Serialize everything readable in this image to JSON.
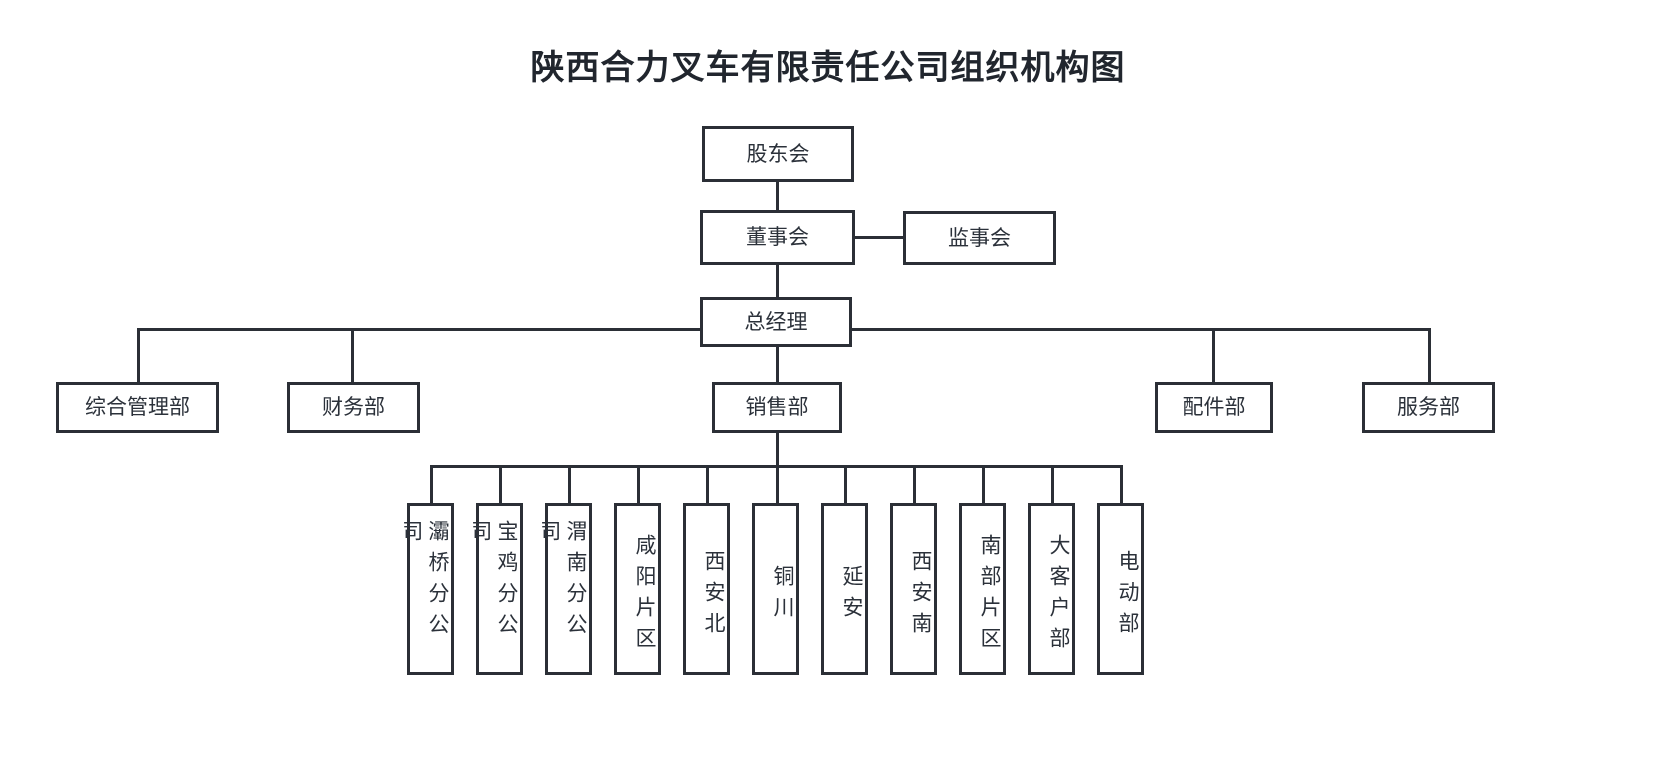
{
  "title": "陕西合力叉车有限责任公司组织机构图",
  "colors": {
    "stroke": "#2b2f36",
    "text": "#2b313a",
    "title": "#21262e",
    "background": "#ffffff"
  },
  "nodes": {
    "shareholders": "股东会",
    "board_of_directors": "董事会",
    "board_of_supervisors": "监事会",
    "general_manager": "总经理"
  },
  "departments": [
    {
      "label": "综合管理部"
    },
    {
      "label": "财务部"
    },
    {
      "label": "销售部"
    },
    {
      "label": "配件部"
    },
    {
      "label": "服务部"
    }
  ],
  "sales_units": [
    {
      "label": "灞桥分公司"
    },
    {
      "label": "宝鸡分公司"
    },
    {
      "label": "渭南分公司"
    },
    {
      "label": "咸阳片区"
    },
    {
      "label": "西安北"
    },
    {
      "label": "铜川"
    },
    {
      "label": "延安"
    },
    {
      "label": "西安南"
    },
    {
      "label": "南部片区"
    },
    {
      "label": "大客户部"
    },
    {
      "label": "电动部"
    }
  ]
}
